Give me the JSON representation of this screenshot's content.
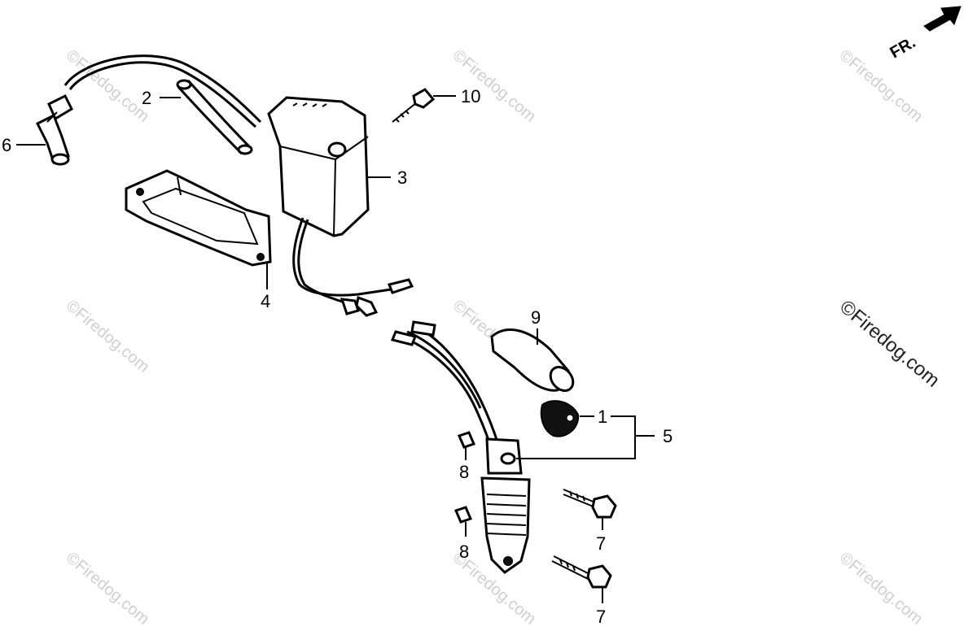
{
  "callouts": {
    "c1": "1",
    "c2": "2",
    "c3": "3",
    "c4": "4",
    "c5": "5",
    "c6": "6",
    "c7a": "7",
    "c7b": "7",
    "c8a": "8",
    "c8b": "8",
    "c9": "9",
    "c10": "10"
  },
  "direction_marker": "FR.",
  "watermark": {
    "text": "©Firedog.com"
  },
  "colors": {
    "ink": "#000000",
    "watermark": "#cfcfcf",
    "background": "#ffffff"
  }
}
